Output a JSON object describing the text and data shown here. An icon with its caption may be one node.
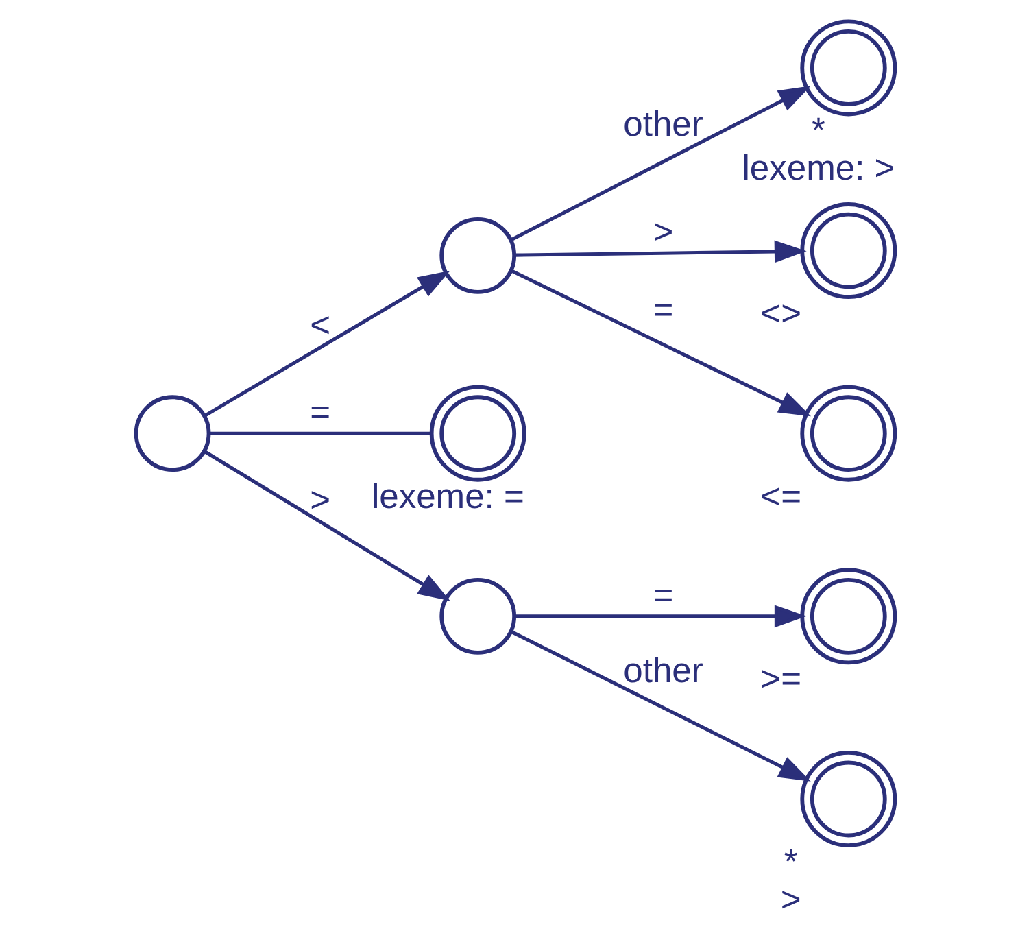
{
  "diagram": {
    "nodes": [
      {
        "text": [],
        "shape": "circle"
      },
      {
        "text": [],
        "shape": "circle"
      },
      {
        "text": [],
        "shape": "doublecircle",
        "beside": [
          "*",
          "lexeme: >"
        ]
      },
      {
        "text": [],
        "shape": "doublecircle",
        "beside": [
          "<>"
        ]
      },
      {
        "text": [],
        "shape": "doublecircle",
        "beside": [
          "<="
        ]
      },
      {
        "text": [],
        "shape": "doublecircle",
        "beside": [
          "lexeme: ="
        ]
      },
      {
        "text": [],
        "shape": "circle"
      },
      {
        "text": [],
        "shape": "doublecircle",
        "beside": [
          ">="
        ]
      },
      {
        "text": [],
        "shape": "doublecircle",
        "beside": [
          "*",
          ">"
        ]
      }
    ],
    "edges": [
      {
        "from": 0,
        "to": 1,
        "arrow": "to",
        "label": "<"
      },
      {
        "from": 1,
        "to": 2,
        "arrow": "to",
        "label": "other"
      },
      {
        "from": 1,
        "to": 3,
        "arrow": "to",
        "label": ">"
      },
      {
        "from": 1,
        "to": 4,
        "arrow": "to",
        "label": "="
      },
      {
        "from": 0,
        "to": 5,
        "arrow": "none",
        "label": "="
      },
      {
        "from": 0,
        "to": 6,
        "arrow": "to",
        "label": ">"
      },
      {
        "from": 6,
        "to": 7,
        "arrow": "to",
        "label": "="
      },
      {
        "from": 6,
        "to": 8,
        "arrow": "to",
        "label": "other"
      }
    ]
  }
}
